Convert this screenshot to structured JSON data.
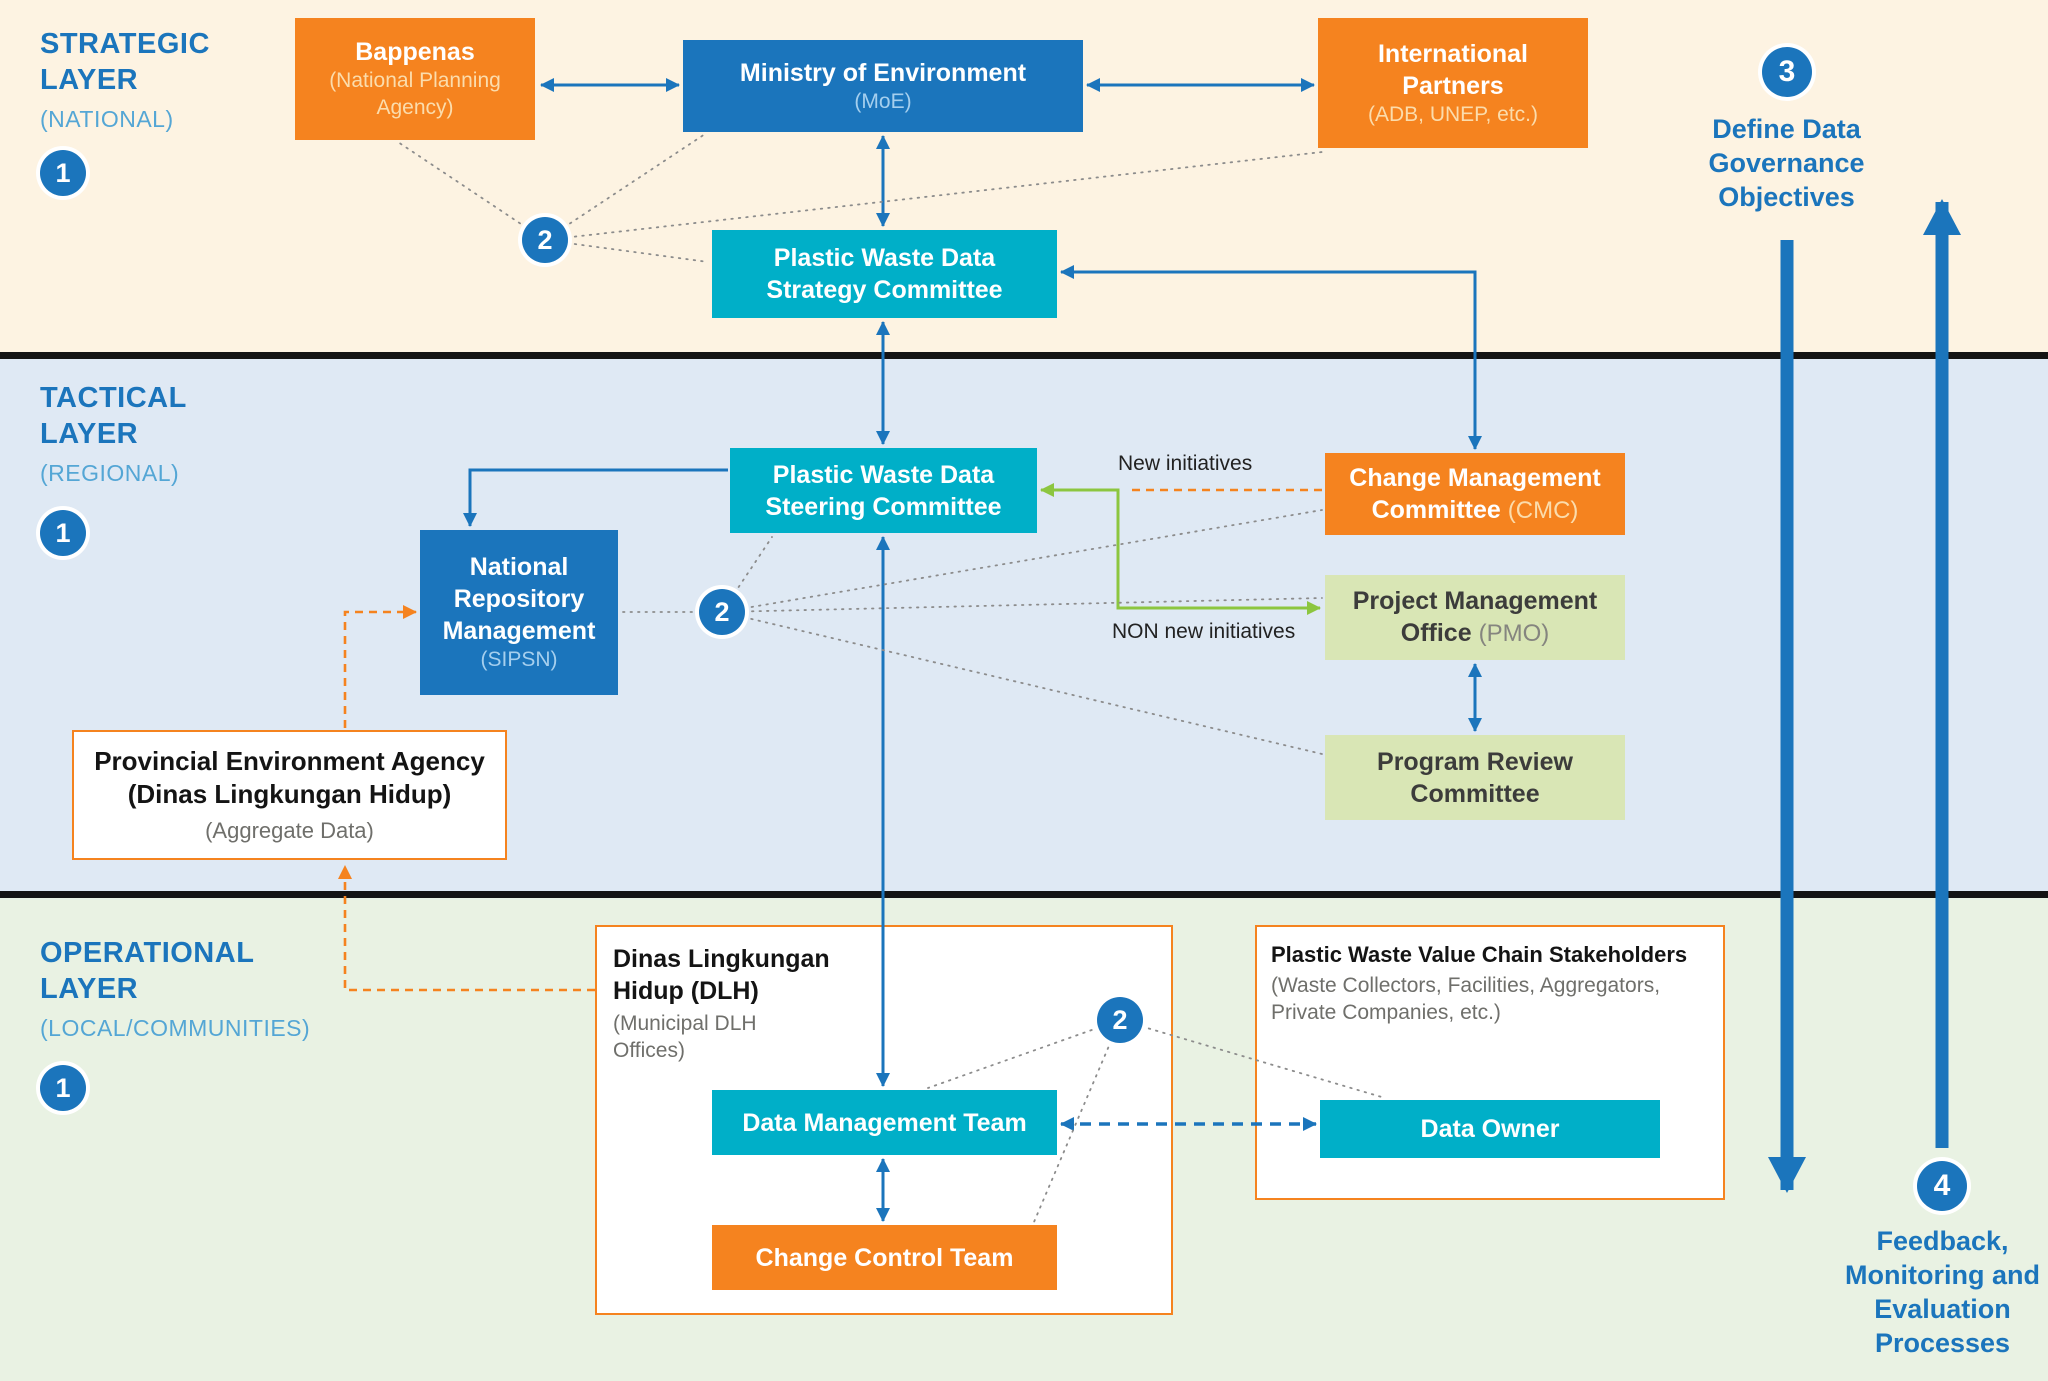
{
  "colors": {
    "blue": "#1B75BC",
    "teal": "#00AFC8",
    "orange": "#F5831F",
    "green_box": "#D9E6B5",
    "lime": "#8CC63F",
    "strategic_bg": "#FDF3E2",
    "tactical_bg": "#DFE9F4",
    "operational_bg": "#E9F2E3",
    "label_blue": "#54A6D5",
    "gray_dotted": "#8C8C8C",
    "dark_text": "#3C3C3B",
    "gray_text": "#85857F"
  },
  "layers": {
    "strategic": {
      "line1": "STRATEGIC",
      "line2": "LAYER",
      "subtitle": "(NATIONAL)",
      "badge": "1"
    },
    "tactical": {
      "line1": "TACTICAL",
      "line2": "LAYER",
      "subtitle": "(REGIONAL)",
      "badge": "1"
    },
    "operational": {
      "line1": "OPERATIONAL",
      "line2": "LAYER",
      "subtitle": "(LOCAL/COMMUNITIES)",
      "badge": "1"
    }
  },
  "boxes": {
    "bappenas": {
      "title": "Bappenas",
      "subtitle": "(National Planning Agency)"
    },
    "moe": {
      "title": "Ministry of Environment",
      "subtitle": "(MoE)"
    },
    "intl_partners": {
      "title": "International Partners",
      "subtitle": "(ADB, UNEP, etc.)"
    },
    "strategy_committee": {
      "title": "Plastic Waste Data Strategy Committee"
    },
    "steering_committee": {
      "title": "Plastic Waste Data Steering Committee"
    },
    "sipsn": {
      "title": "National Repository Management",
      "subtitle": "(SIPSN)"
    },
    "cmc": {
      "title": "Change Management Committee",
      "suffix": "(CMC)"
    },
    "pmo": {
      "title": "Project Management Office",
      "suffix": "(PMO)"
    },
    "prc": {
      "title": "Program Review Committee"
    },
    "provincial": {
      "title": "Provincial Environment Agency",
      "subtitle": "(Dinas Lingkungan Hidup)",
      "note": "(Aggregate Data)"
    },
    "dlh": {
      "title": "Dinas Lingkungan Hidup (DLH)",
      "note": "(Municipal DLH Offices)"
    },
    "data_management_team": {
      "title": "Data Management Team"
    },
    "change_control_team": {
      "title": "Change Control Team"
    },
    "stakeholders": {
      "title": "Plastic Waste Value Chain Stakeholders",
      "note": "(Waste Collectors, Facilities, Aggregators, Private Companies, etc.)"
    },
    "data_owner": {
      "title": "Data Owner"
    }
  },
  "badges": {
    "step2": "2",
    "step3": "3",
    "step4": "4"
  },
  "annotations": {
    "define_objectives": "Define Data Governance Objectives",
    "feedback": "Feedback, Monitoring and Evaluation Processes",
    "new_initiatives": "New initiatives",
    "non_new_initiatives": "NON new initiatives"
  }
}
